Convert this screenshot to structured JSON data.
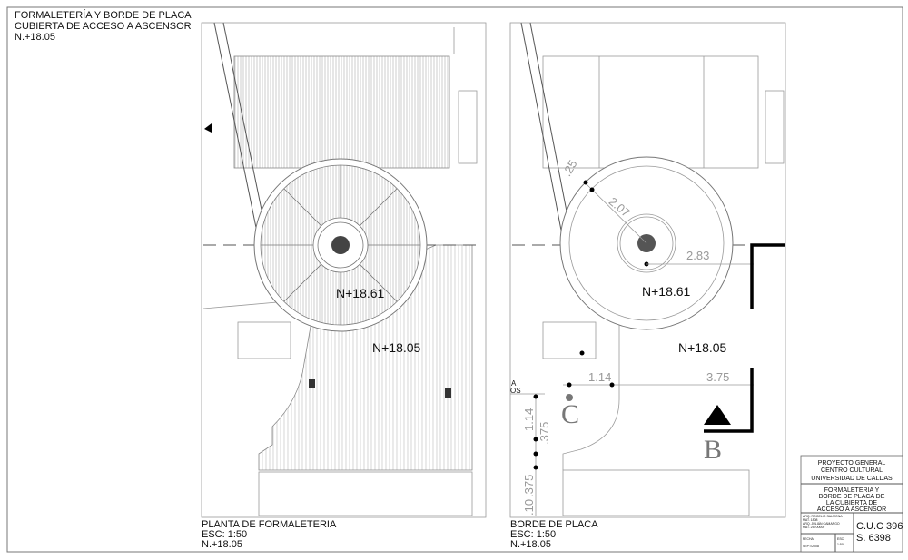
{
  "sheet": {
    "title_lines": [
      "FORMALETERÍA Y BORDE DE PLACA",
      "CUBIERTA DE ACCESO A ASCENSOR",
      "N.+18.05"
    ]
  },
  "left_plan": {
    "name": "PLANTA DE FORMALETERIA",
    "scale": "ESC: 1:50",
    "level": "N.+18.05",
    "level_circle": "N+18.61",
    "level_slab": "N+18.05"
  },
  "right_plan": {
    "name": "BORDE DE PLACA",
    "scale": "ESC: 1:50",
    "level": "N.+18.05",
    "level_circle": "N+18.61",
    "level_slab": "N+18.05",
    "dims": {
      "radius": "2.07",
      "small_top": ".25",
      "d283": "2.83",
      "d375": "3.75",
      "d114": "1.14",
      "v114": "1.14",
      "v375a": ".375",
      "v375b": ".375",
      "v10": ".10"
    },
    "section_marks": {
      "c": "C",
      "b": "B",
      "a": "A",
      "os": "OS"
    }
  },
  "title_block": {
    "project": [
      "PROYECTO GENERAL",
      "CENTRO CULTURAL",
      "UNIVERSIDAD DE CALDAS"
    ],
    "drawing": [
      "FORMALETERIA Y",
      "BORDE DE PLACA DE",
      "LA CUBIERTA DE",
      "ACCESO A ASCENSOR"
    ],
    "authors": [
      "ARQ. ROGELIO SALMONA",
      "MAT. 1808",
      "ARQ. JULIÁN CAMARGO",
      "MAT. 25700000"
    ],
    "fecha_label": "FECHA",
    "fecha": "SEPT/2008",
    "esc_label": "ESC.",
    "esc": "1:50",
    "code": "C.U.C 396",
    "sheet_no": "S. 6398"
  }
}
